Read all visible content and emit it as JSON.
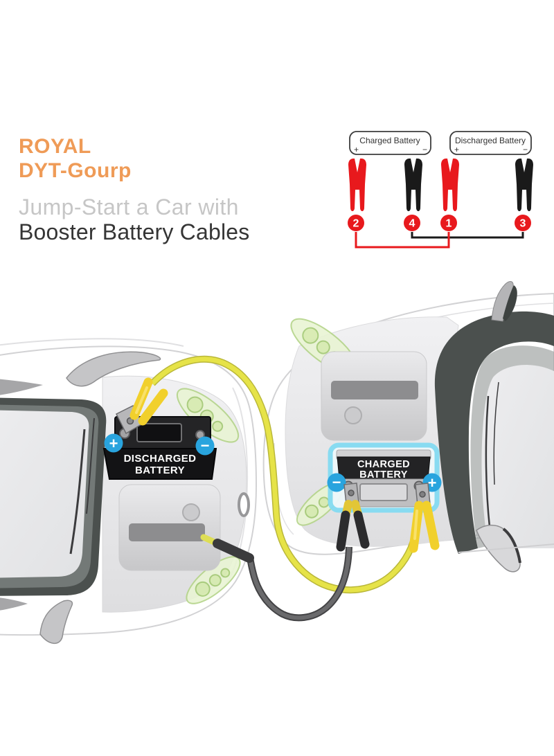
{
  "header": {
    "brand_line1": "ROYAL",
    "brand_line2": "DYT-Gourp",
    "subtitle": "Jump-Start a Car with",
    "title": "Booster Battery Cables"
  },
  "legend": {
    "charged": {
      "label": "Charged Battery",
      "plus": "+",
      "minus": "−"
    },
    "discharged": {
      "label": "Discharged Battery",
      "plus": "+",
      "minus": "−"
    },
    "steps": {
      "s1": "2",
      "s2": "4",
      "s3": "1",
      "s4": "3"
    },
    "clamp_order": [
      "red",
      "black",
      "red",
      "black"
    ]
  },
  "illustration": {
    "discharged_battery": {
      "line1": "DISCHARGED",
      "line2": "BATTERY",
      "plus": "+",
      "minus": "−"
    },
    "charged_battery": {
      "line1": "CHARGED",
      "line2": "BATTERY",
      "plus": "+",
      "minus": "−"
    }
  },
  "colors": {
    "accent_orange": "#EF9B57",
    "subtitle_gray": "#C6C6C6",
    "title_dark": "#353535",
    "clamp_red": "#E8191D",
    "clamp_black": "#1A1A1A",
    "badge_blue": "#29A4DE",
    "clamp_yellow": "#F1D02C",
    "cable_yellow": "#E6E348",
    "cable_gray": "#565658",
    "battery_glow_cyan": "#84DBF2",
    "headlight_green": "#B4D489"
  }
}
